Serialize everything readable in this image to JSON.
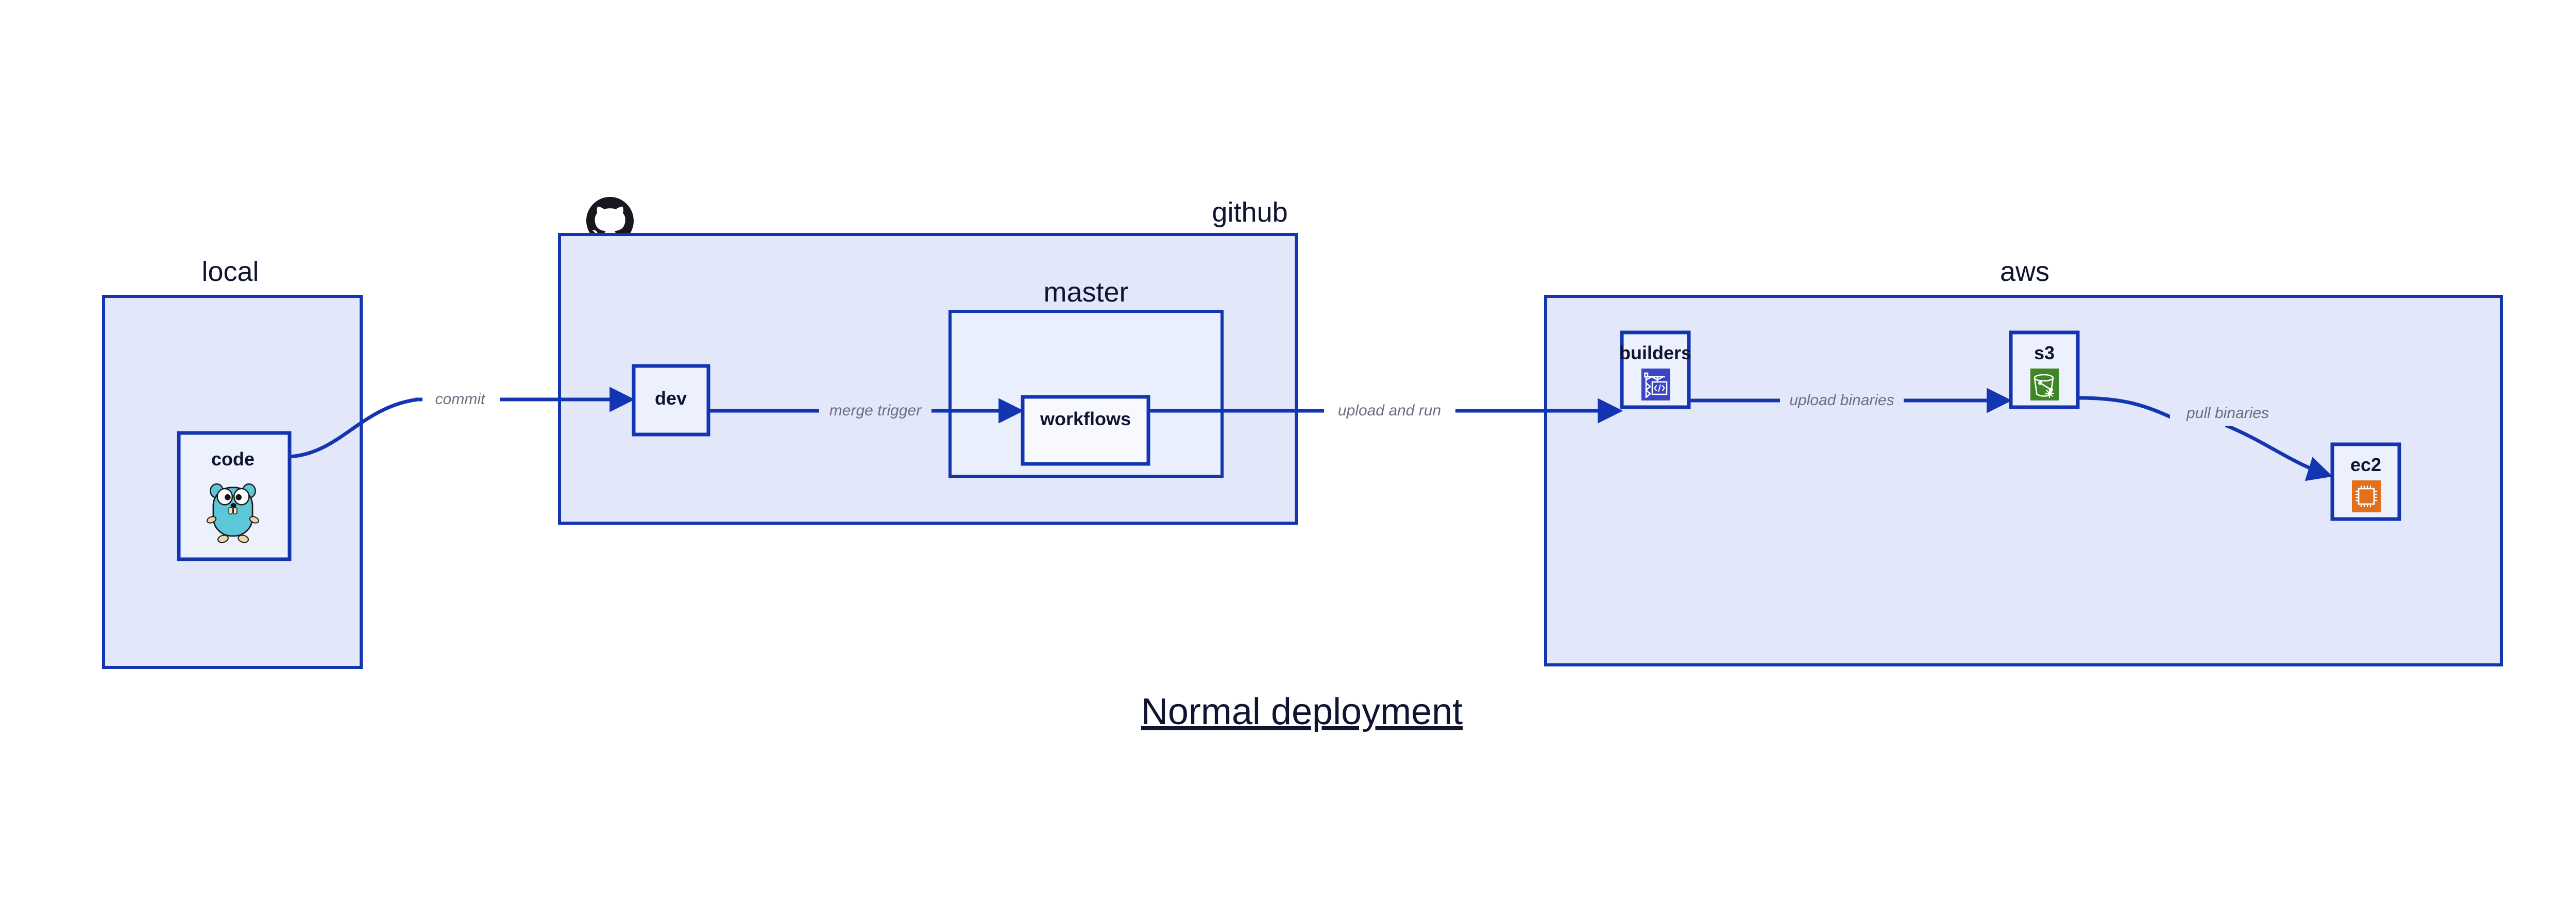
{
  "diagram": {
    "title": "Normal deployment",
    "background": "#ffffff",
    "accent_border": "#1335b0",
    "group_fill": "#e2e7fa",
    "sub_fill": "#e9effc",
    "node_fill": "#ecf1fd",
    "label_color": "#6a6f80",
    "text_color": "#0f1430"
  },
  "groups": [
    {
      "id": "local",
      "title": "local",
      "nodes": [
        {
          "id": "code",
          "label": "code",
          "icon": "go-gopher-icon"
        }
      ]
    },
    {
      "id": "github",
      "title": "github",
      "icon": "github-octocat-icon",
      "nodes": [
        {
          "id": "dev",
          "label": "dev",
          "icon": "none"
        }
      ],
      "subgroups": [
        {
          "id": "master",
          "title": "master",
          "nodes": [
            {
              "id": "workflows",
              "label": "workflows",
              "icon": "none"
            }
          ]
        }
      ]
    },
    {
      "id": "aws",
      "title": "aws",
      "nodes": [
        {
          "id": "builders",
          "label": "builders",
          "icon": "aws-crane-code-icon",
          "icon_color": "#3b46c4"
        },
        {
          "id": "s3",
          "label": "s3",
          "icon": "aws-s3-bucket-icon",
          "icon_color": "#3f8624"
        },
        {
          "id": "ec2",
          "label": "ec2",
          "icon": "aws-ec2-chip-icon",
          "icon_color": "#e0701a"
        }
      ]
    }
  ],
  "edges": [
    {
      "id": "commit",
      "label": "commit",
      "from": "code",
      "to": "dev"
    },
    {
      "id": "merge-trigger",
      "label": "merge trigger",
      "from": "dev",
      "to": "workflows"
    },
    {
      "id": "upload-and-run",
      "label": "upload and run",
      "from": "workflows",
      "to": "builders"
    },
    {
      "id": "upload-binaries",
      "label": "upload binaries",
      "from": "builders",
      "to": "s3"
    },
    {
      "id": "pull-binaries",
      "label": "pull binaries",
      "from": "s3",
      "to": "ec2"
    }
  ]
}
